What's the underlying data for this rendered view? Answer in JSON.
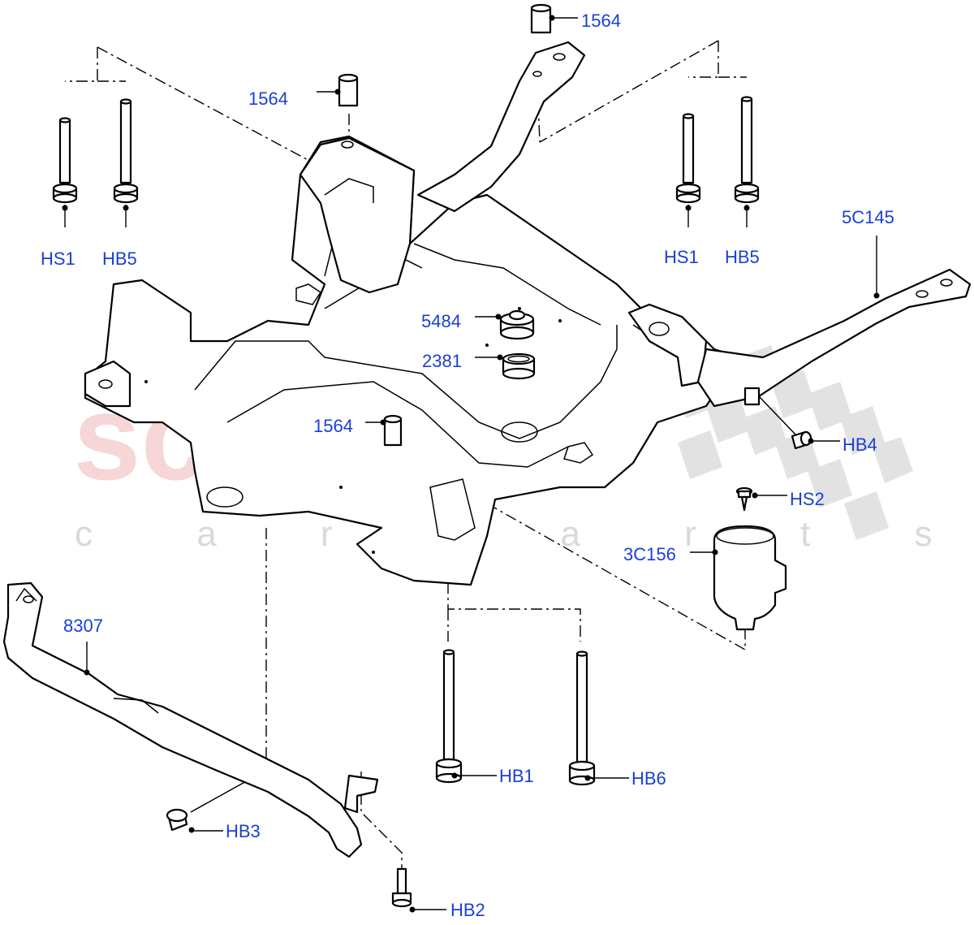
{
  "watermark": {
    "brand": "scuderia",
    "tagline": "c a r p a r t s"
  },
  "labels": {
    "spacer_top_right": "1564",
    "spacer_top_left": "1564",
    "spacer_mid": "1564",
    "bolt_hs1_left": "HS1",
    "bolt_hb5_left": "HB5",
    "bolt_hs1_right": "HS1",
    "bolt_hb5_right": "HB5",
    "mount_5484": "5484",
    "bush_2381": "2381",
    "beam_5c145": "5C145",
    "bolt_hb4": "HB4",
    "screw_hs2": "HS2",
    "module_3c156": "3C156",
    "bar_8307": "8307",
    "bolt_hb1": "HB1",
    "bolt_hb6": "HB6",
    "bolt_hb3": "HB3",
    "bolt_hb2": "HB2"
  },
  "colors": {
    "label": "#1a3fd6",
    "linework": "#000000",
    "watermark_red": "#f3c9c9",
    "watermark_grey": "#d9d9d9"
  }
}
